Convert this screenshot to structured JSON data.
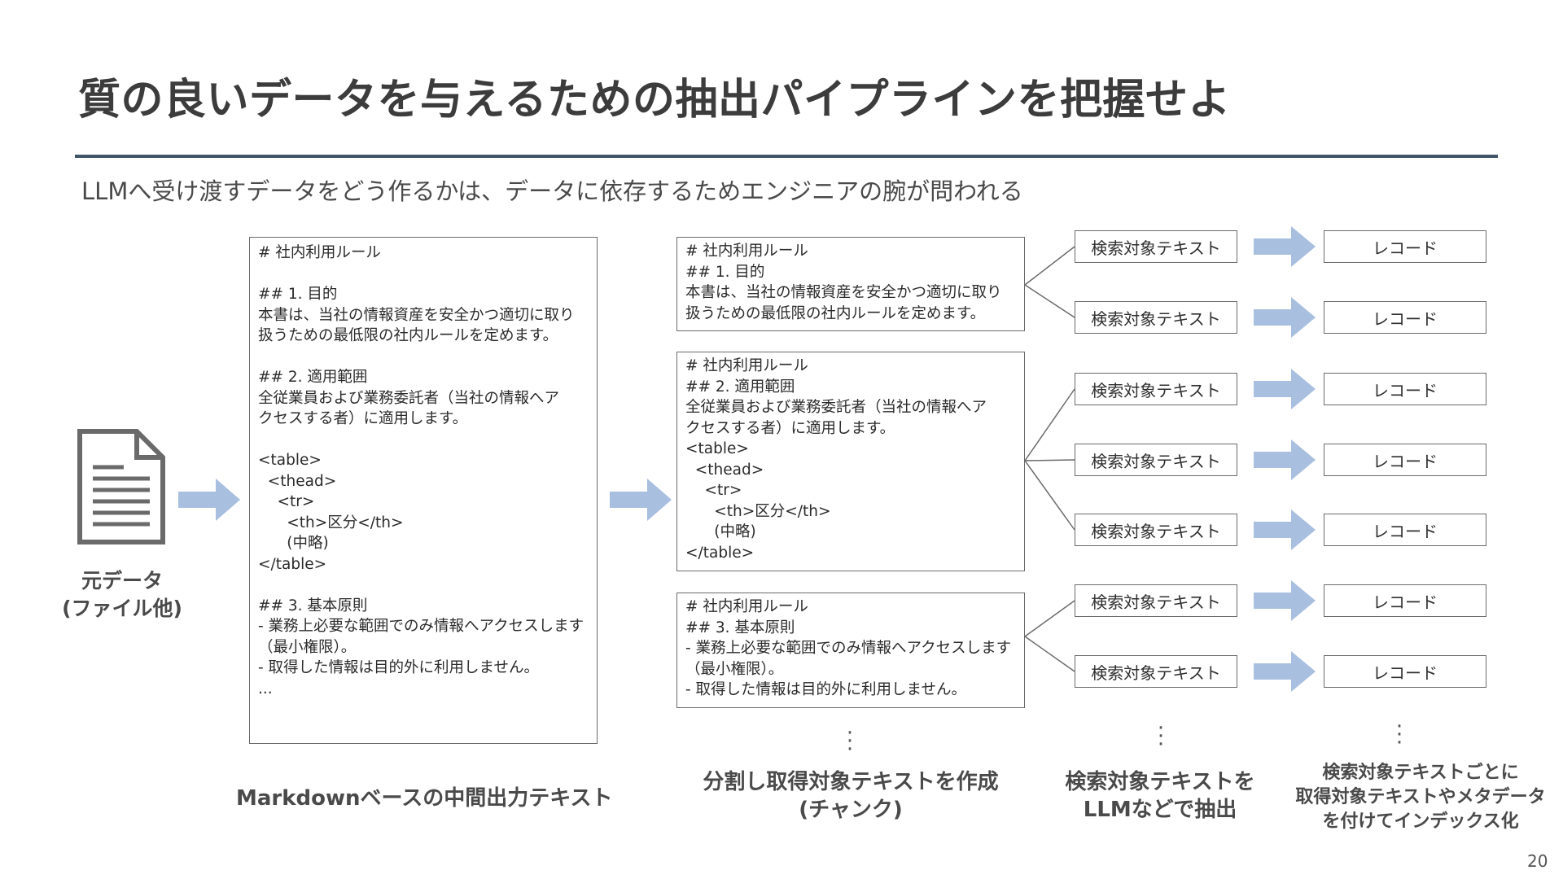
{
  "title": "質の良いデータを与えるための抽出パイプラインを把握せよ",
  "subtitle": "LLMへ受け渡すデータをどう作るかは、データに依存するためエンジニアの腕が問われる",
  "source": {
    "icon": "document-icon",
    "label": "元データ\n(ファイル他)"
  },
  "markdown_text": "# 社内利用ルール\n\n## 1. 目的\n本書は、当社の情報資産を安全かつ適切に取り\n扱うための最低限の社内ルールを定めます。\n\n## 2. 適用範囲\n全従業員および業務委託者（当社の情報へア\nクセスする者）に適用します。\n\n<table>\n  <thead>\n    <tr>\n      <th>区分</th>\n      (中略)\n</table>\n\n## 3. 基本原則\n- 業務上必要な範囲でのみ情報へアクセスします\n（最小権限）。\n- 取得した情報は目的外に利用しません。\n...",
  "chunks": [
    "# 社内利用ルール\n## 1. 目的\n本書は、当社の情報資産を安全かつ適切に取り\n扱うための最低限の社内ルールを定めます。",
    "# 社内利用ルール\n## 2. 適用範囲\n全従業員および業務委託者（当社の情報へア\nクセスする者）に適用します。\n<table>\n  <thead>\n    <tr>\n      <th>区分</th>\n      (中略)\n</table>",
    "# 社内利用ルール\n## 3. 基本原則\n- 業務上必要な範囲でのみ情報へアクセスします\n（最小権限）。\n- 取得した情報は目的外に利用しません。"
  ],
  "search_text_label": "検索対象テキスト",
  "record_label": "レコード",
  "captions": {
    "markdown": "Markdownベースの中間出力テキスト",
    "chunk": "分割し取得対象テキストを作成\n(チャンク)",
    "extract": "検索対象テキストを\nLLMなどで抽出",
    "index": "検索対象テキストごとに\n取得対象テキストやメタデータ\nを付けてインデックス化"
  },
  "page_number": "20",
  "colors": {
    "arrow": "#a9bfe0",
    "rule": "#3f5469",
    "border": "#6b6b6b"
  }
}
